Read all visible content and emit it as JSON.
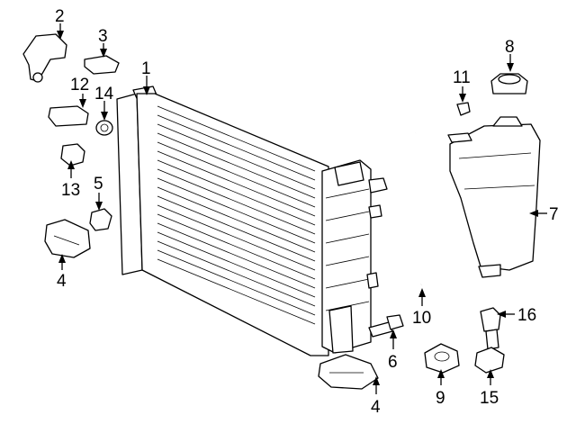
{
  "callouts": {
    "c1": "1",
    "c2": "2",
    "c3": "3",
    "c4a": "4",
    "c4b": "4",
    "c5": "5",
    "c6": "6",
    "c7": "7",
    "c8": "8",
    "c9": "9",
    "c10": "10",
    "c11": "11",
    "c12": "12",
    "c13": "13",
    "c14": "14",
    "c15": "15",
    "c16": "16"
  },
  "colors": {
    "line": "#000000",
    "background": "#ffffff"
  }
}
